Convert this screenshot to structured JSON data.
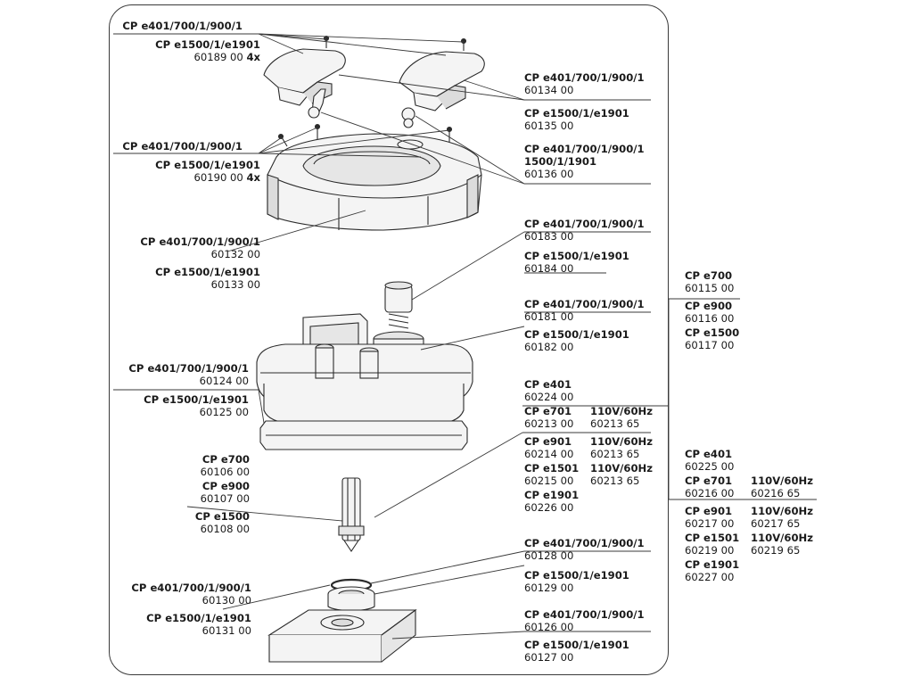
{
  "labels": {
    "L1": {
      "model": "CP e401/700/1/900/1"
    },
    "L2": {
      "model": "CP e1500/1/e1901",
      "part": "60189 00",
      "qty": "4x"
    },
    "L3": {
      "model": "CP e401/700/1/900/1",
      "part": "60134 00"
    },
    "L4": {
      "model": "CP e1500/1/e1901",
      "part": "60135 00"
    },
    "L5": {
      "model": "CP e401/700/1/900/1"
    },
    "L6": {
      "model": "CP e1500/1/e1901",
      "part": "60190 00",
      "qty": "4x"
    },
    "L7": {
      "model": "CP e401/700/1/900/1",
      "model2": "1500/1/1901",
      "part": "60136 00"
    },
    "L8": {
      "model": "CP e401/700/1/900/1",
      "part": "60132 00"
    },
    "L9": {
      "model": "CP e1500/1/e1901",
      "part": "60133 00"
    },
    "L10": {
      "model": "CP e401/700/1/900/1",
      "part": "60183 00"
    },
    "L11": {
      "model": "CP e1500/1/e1901",
      "part": "60184 00"
    },
    "L12": {
      "model": "CP e700",
      "part": "60115 00"
    },
    "L13": {
      "model": "CP e900",
      "part": "60116 00"
    },
    "L14": {
      "model": "CP e1500",
      "part": "60117 00"
    },
    "L15": {
      "model": "CP e401/700/1/900/1",
      "part": "60181 00"
    },
    "L16": {
      "model": "CP e1500/1/e1901",
      "part": "60182 00"
    },
    "L17": {
      "model": "CP e401/700/1/900/1",
      "part": "60124 00"
    },
    "L18": {
      "model": "CP e1500/1/e1901",
      "part": "60125 00"
    },
    "L19": {
      "model": "CP e401",
      "part": "60224 00"
    },
    "L20": {
      "model": "CP e701",
      "part": "60213 00",
      "volt": "110V/60Hz",
      "vpart": "60213 65"
    },
    "L21": {
      "model": "CP e901",
      "part": "60214 00",
      "volt": "110V/60Hz",
      "vpart": "60213 65"
    },
    "L22": {
      "model": "CP e1501",
      "part": "60215 00",
      "volt": "110V/60Hz",
      "vpart": "60213 65"
    },
    "L23": {
      "model": "CP e1901",
      "part": "60226 00"
    },
    "L24": {
      "model": "CP e700",
      "part": "60106 00"
    },
    "L25": {
      "model": "CP e900",
      "part": "60107 00"
    },
    "L26": {
      "model": "CP e1500",
      "part": "60108 00"
    },
    "L27": {
      "model": "CP e401",
      "part": "60225 00"
    },
    "L28": {
      "model": "CP e701",
      "part": "60216 00",
      "volt": "110V/60Hz",
      "vpart": "60216 65"
    },
    "L29": {
      "model": "CP e901",
      "part": "60217 00",
      "volt": "110V/60Hz",
      "vpart": "60217 65"
    },
    "L30": {
      "model": "CP e1501",
      "part": "60219 00",
      "volt": "110V/60Hz",
      "vpart": "60219 65"
    },
    "L31": {
      "model": "CP e1901",
      "part": "60227 00"
    },
    "L32": {
      "model": "CP e401/700/1/900/1",
      "part": "60128 00"
    },
    "L33": {
      "model": "CP e1500/1/e1901",
      "part": "60129 00"
    },
    "L34": {
      "model": "CP e401/700/1/900/1",
      "part": "60130 00"
    },
    "L35": {
      "model": "CP e1500/1/e1901",
      "part": "60131 00"
    },
    "L36": {
      "model": "CP e401/700/1/900/1",
      "part": "60126 00"
    },
    "L37": {
      "model": "CP e1500/1/e1901",
      "part": "60127 00"
    }
  },
  "colors": {
    "line": "#2b2b2b",
    "fill": "#f4f4f4",
    "shade": "#cfcfcf"
  }
}
